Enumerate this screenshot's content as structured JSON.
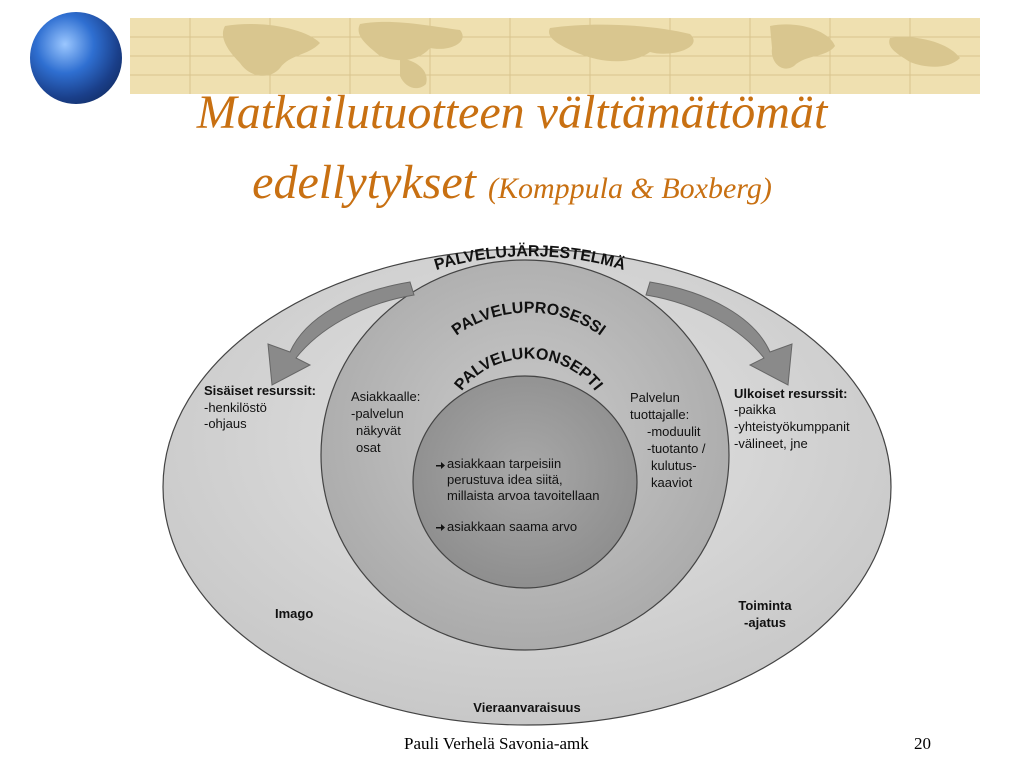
{
  "slide": {
    "title_line1": "Matkailutuotteen välttämättömät",
    "title_line2": "edellytykset",
    "title_source": "(Komppula & Boxberg)",
    "footer_author": "Pauli Verhelä Savonia-amk",
    "page_number": "20",
    "accent_color": "#c87012"
  },
  "diagram": {
    "outer_label": "PALVELUJÄRJESTELMÄ",
    "middle_label": "PALVELUPROSESSI",
    "inner_label": "PALVELUKONSEPTI",
    "left_resources": {
      "title": "Sisäiset resurssit:",
      "lines": [
        "-henkilöstö",
        "-ohjaus"
      ]
    },
    "right_resources": {
      "title": "Ulkoiset resurssit:",
      "lines": [
        "-paikka",
        "-yhteistyökumppanit",
        "-välineet, jne"
      ]
    },
    "customer_side": {
      "lines": [
        "Asiakkaalle:",
        "-palvelun",
        "näkyvät",
        "osat"
      ]
    },
    "producer_side": {
      "lines": [
        "Palvelun",
        "tuottajalle:",
        "-moduulit",
        "-tuotanto /",
        "kulutus-",
        "kaaviot"
      ]
    },
    "concept_points": [
      {
        "lines": [
          "asiakkaan tarpeisiin",
          "perustuva idea siitä,",
          "millaista arvoa tavoitellaan"
        ]
      },
      {
        "lines": [
          "asiakkaan saama arvo"
        ]
      }
    ],
    "imago": "Imago",
    "toiminta_lines": [
      "Toiminta",
      "-ajatus"
    ],
    "bottom_label": "Vieraanvaraisuus"
  },
  "colors": {
    "outer": "#d6d6d6",
    "middle": "#bcbcbc",
    "inner": "#9c9c9c",
    "banner": "#efe0b0"
  }
}
